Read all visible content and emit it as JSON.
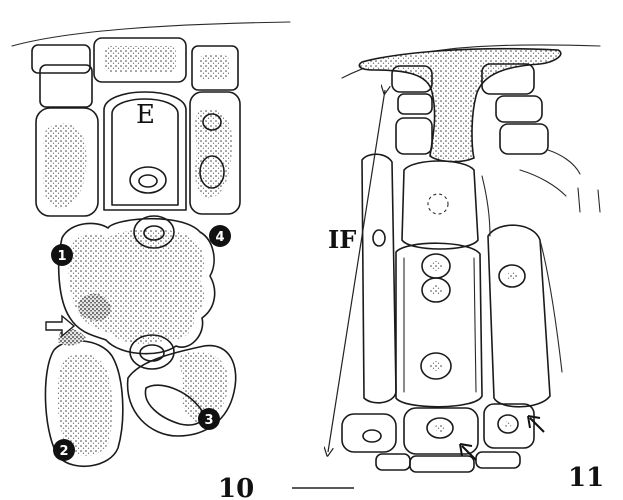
{
  "fig10": {
    "cell_label": "E",
    "markers": [
      "1",
      "2",
      "3",
      "4"
    ],
    "figure_number": "10"
  },
  "fig11": {
    "region_label": "IF",
    "figure_number": "11"
  }
}
